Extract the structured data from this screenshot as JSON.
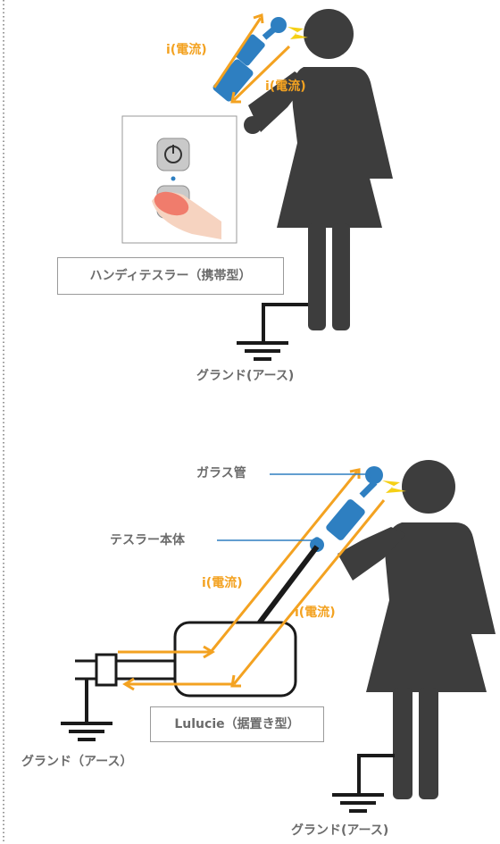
{
  "top": {
    "current_label_left": "i(電流)",
    "current_label_right": "i(電流)",
    "device_label": "ハンディテスラー（携帯型）",
    "ground_label": "グランド(アース)"
  },
  "bottom": {
    "glass_tube_label": "ガラス管",
    "tesla_body_label": "テスラー本体",
    "current_label_left": "i(電流)",
    "current_label_right": "i(電流)",
    "device_label": "Lulucie（据置き型）",
    "ground_left_label": "グランド（アース）",
    "ground_right_label": "グランド(アース)"
  },
  "colors": {
    "current": "#f3a221",
    "figure": "#3d3d3d",
    "device": "#2e7fc1",
    "leader": "#2e7fc1",
    "divider": "#999999"
  }
}
